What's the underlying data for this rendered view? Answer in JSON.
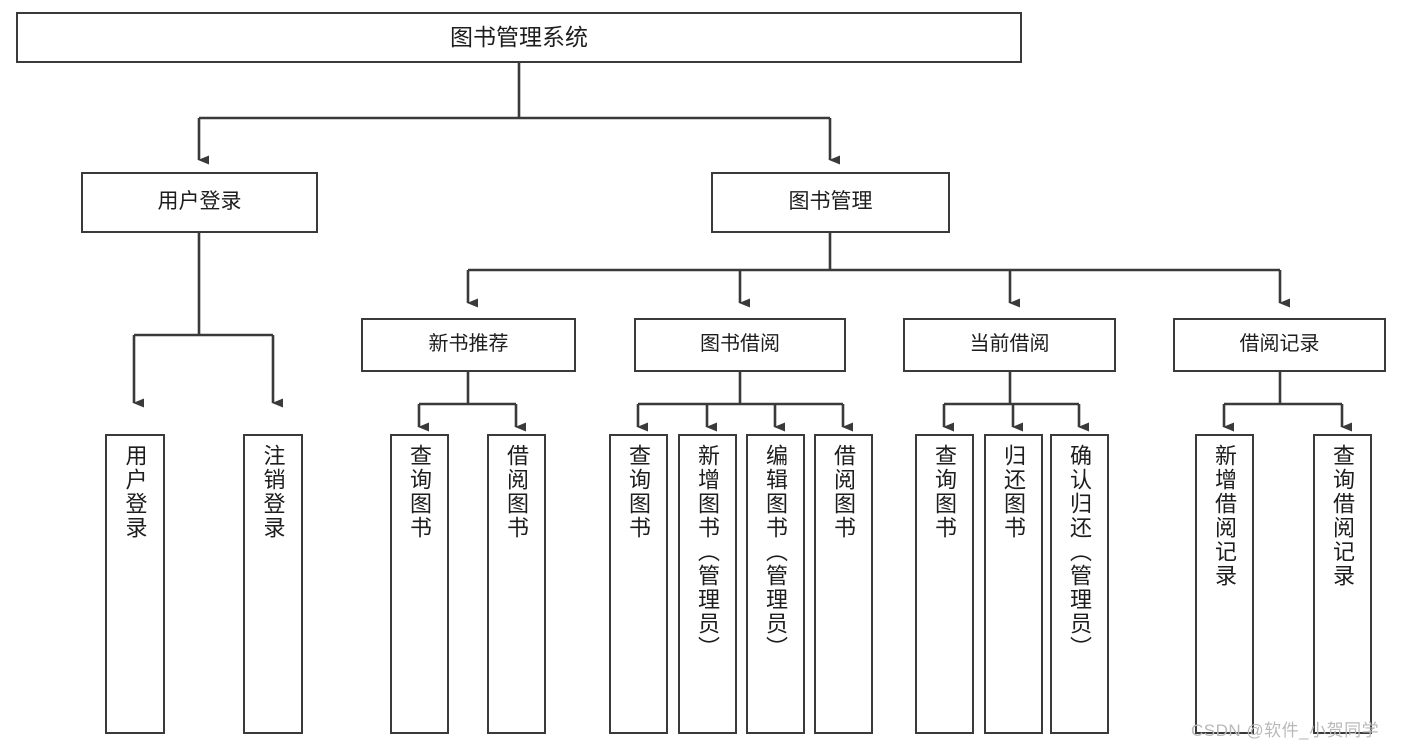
{
  "diagram": {
    "title": "图书管理系统",
    "watermark": "CSDN @软件_小贺同学",
    "colors": {
      "stroke": "#3a3a3a",
      "box_fill": "#ffffff",
      "text": "#1d1d1d",
      "watermark": "#b9b9b9",
      "background": "#ffffff"
    },
    "nodes": {
      "root": {
        "label": "图书管理系统"
      },
      "level1": [
        {
          "id": "user-login",
          "label": "用户登录"
        },
        {
          "id": "book-management",
          "label": "图书管理"
        }
      ],
      "level2": [
        {
          "id": "new-book-recommend",
          "label": "新书推荐"
        },
        {
          "id": "book-borrow",
          "label": "图书借阅"
        },
        {
          "id": "current-borrow",
          "label": "当前借阅"
        },
        {
          "id": "borrow-record",
          "label": "借阅记录"
        }
      ],
      "leaves": {
        "user-login": [
          {
            "id": "leaf-user-login",
            "label": "用户登录"
          },
          {
            "id": "leaf-user-logout",
            "label": "注销登录"
          }
        ],
        "new-book-recommend": [
          {
            "id": "leaf-query-book-1",
            "label": "查询图书"
          },
          {
            "id": "leaf-borrow-book-1",
            "label": "借阅图书"
          }
        ],
        "book-borrow": [
          {
            "id": "leaf-query-book-2",
            "label": "查询图书"
          },
          {
            "id": "leaf-add-book",
            "label": "新增图书（管理员）"
          },
          {
            "id": "leaf-edit-book",
            "label": "编辑图书（管理员）"
          },
          {
            "id": "leaf-borrow-book-2",
            "label": "借阅图书"
          }
        ],
        "current-borrow": [
          {
            "id": "leaf-query-book-3",
            "label": "查询图书"
          },
          {
            "id": "leaf-return-book",
            "label": "归还图书"
          },
          {
            "id": "leaf-confirm-return",
            "label": "确认归还（管理员）"
          }
        ],
        "borrow-record": [
          {
            "id": "leaf-add-record",
            "label": "新增借阅记录"
          },
          {
            "id": "leaf-query-record",
            "label": "查询借阅记录"
          }
        ]
      }
    }
  }
}
